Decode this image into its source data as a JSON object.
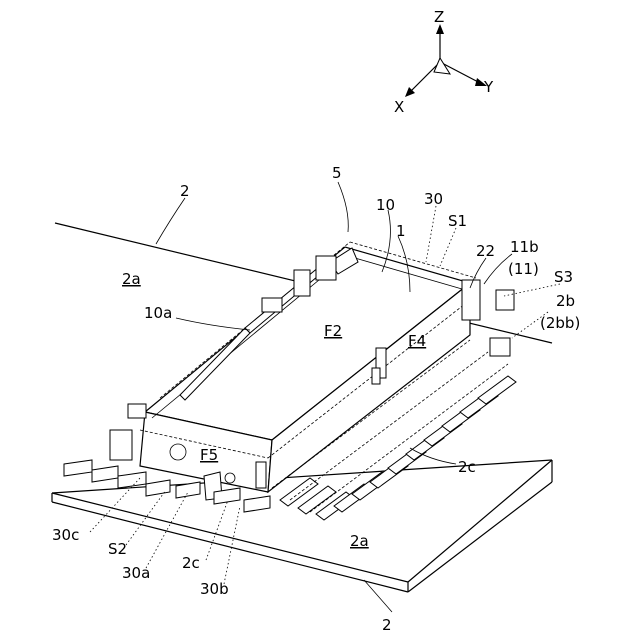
{
  "axes": {
    "z": "Z",
    "y": "Y",
    "x": "X"
  },
  "labels": {
    "l_2_top": "2",
    "l_5": "5",
    "l_30_top": "30",
    "l_10": "10",
    "l_S1": "S1",
    "l_1": "1",
    "l_22": "22",
    "l_11b": "11b",
    "l_11": "(11)",
    "l_S3": "S3",
    "l_2b": "2b",
    "l_2bb": "(2bb)",
    "l_2a_left": "2a",
    "l_10a": "10a",
    "l_F2": "F2",
    "l_F4": "F4",
    "l_F5": "F5",
    "l_2c_right": "2c",
    "l_2a_bottom": "2a",
    "l_30c": "30c",
    "l_S2": "S2",
    "l_30a": "30a",
    "l_2c_bottom": "2c",
    "l_30b": "30b",
    "l_2_bottom": "2"
  }
}
